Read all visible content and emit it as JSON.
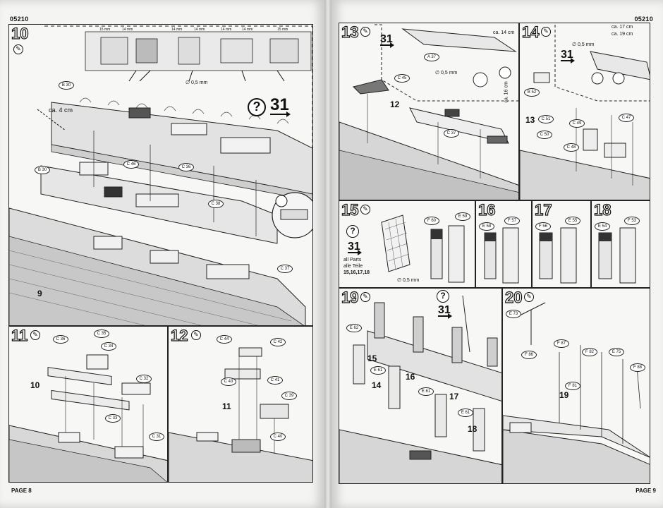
{
  "kit_number_left": "05210",
  "kit_number_right": "05210",
  "page_left": "PAGE 8",
  "page_right": "PAGE 9",
  "steps": {
    "s10": {
      "number": "10",
      "ref": "31",
      "dim": "ca. 4 cm",
      "drill": "∅ 0,5 mm",
      "ruler": [
        "15 mm",
        "14 mm",
        "14 mm",
        "14 mm",
        "14 mm",
        "14 mm",
        "15 mm"
      ],
      "hull_label": "9",
      "parts": [
        "B 30",
        "C 46",
        "C 38",
        "B 30",
        "C 36",
        "C 37"
      ]
    },
    "s11": {
      "number": "11",
      "hull_label": "10",
      "parts": [
        "C 35",
        "C 36",
        "C 34",
        "C 32",
        "C 33",
        "C 31"
      ]
    },
    "s12": {
      "number": "12",
      "hull_label": "11",
      "parts": [
        "C 44",
        "C 42",
        "C 43",
        "C 41",
        "C 39",
        "C 40"
      ]
    },
    "s13": {
      "number": "13",
      "ref": "31",
      "dim1": "ca. 14 cm",
      "dim2": "ca. 16 cm",
      "drill": "∅ 0,5 mm",
      "hull_label": "12",
      "parts": [
        "A 37",
        "C 45",
        "C 37"
      ]
    },
    "s14": {
      "number": "14",
      "ref": "31",
      "dim1": "ca. 17 cm",
      "dim2": "ca. 19 cm",
      "drill": "∅ 0,5 mm",
      "hull_label": "13",
      "parts": [
        "B 52",
        "C 51",
        "C 50",
        "C 49",
        "C 48",
        "C 47"
      ]
    },
    "s15": {
      "number": "15",
      "ref": "31",
      "note_de": "all Parts",
      "note_en": "alle Teile",
      "note_steps": "15,16,17,18",
      "drill": "∅ 0,5 mm",
      "parts": [
        "F 60",
        "E 59"
      ]
    },
    "s16": {
      "number": "16",
      "parts": [
        "E 58",
        "F 57"
      ]
    },
    "s17": {
      "number": "17",
      "parts": [
        "F 56",
        "E 55"
      ]
    },
    "s18": {
      "number": "18",
      "parts": [
        "E 54",
        "F 53"
      ]
    },
    "s19": {
      "number": "19",
      "ref": "31",
      "funnel_labels": [
        "15",
        "16",
        "17",
        "18",
        "14"
      ],
      "parts": [
        "E 62",
        "E 61",
        "E 61",
        "E 61"
      ]
    },
    "s20": {
      "number": "20",
      "hull_label": "19",
      "parts": [
        "E 73",
        "F 86",
        "F 87",
        "F 82",
        "F 81",
        "E 75",
        "F 88"
      ]
    }
  }
}
